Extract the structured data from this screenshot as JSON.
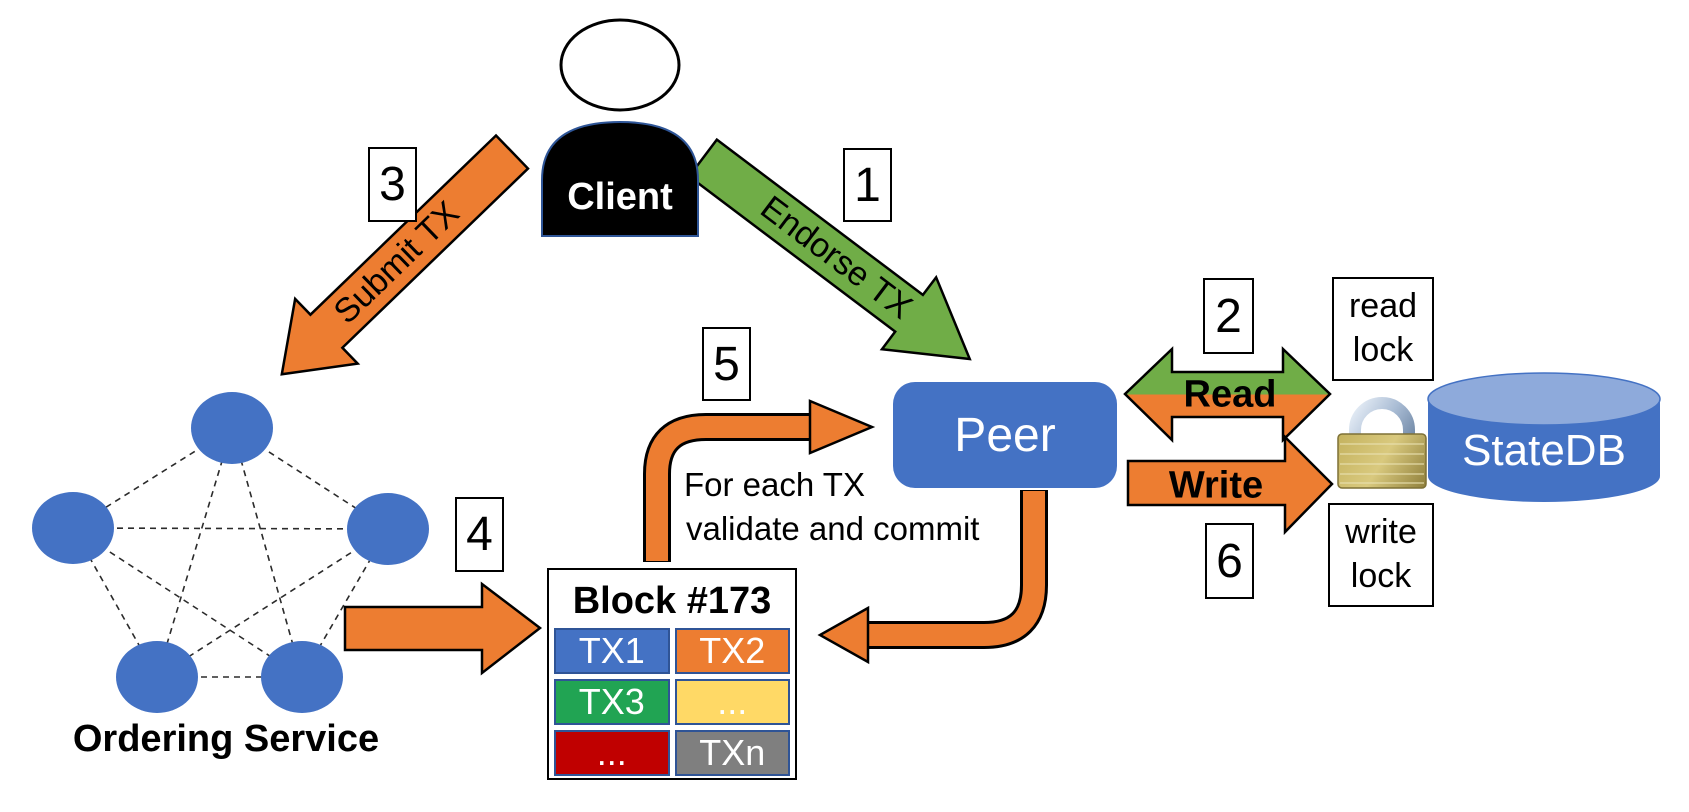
{
  "client": {
    "label": "Client"
  },
  "peer": {
    "label": "Peer"
  },
  "statedb": {
    "label": "StateDB"
  },
  "ordering": {
    "label": "Ordering Service",
    "node_count": 5
  },
  "block": {
    "title": "Block #173",
    "cells": [
      {
        "label": "TX1",
        "color": "#4472C4"
      },
      {
        "label": "TX2",
        "color": "#ED7D31"
      },
      {
        "label": "TX3",
        "color": "#21A453"
      },
      {
        "label": "...",
        "color": "#FFD966"
      },
      {
        "label": "...",
        "color": "#C00000"
      },
      {
        "label": "TXn",
        "color": "#7F7F7F"
      }
    ]
  },
  "steps": {
    "s1": {
      "number": "1",
      "arrow_label": "Endorse TX"
    },
    "s2": {
      "number": "2",
      "arrow_label": "Read"
    },
    "s3": {
      "number": "3",
      "arrow_label": "Submit TX"
    },
    "s4": {
      "number": "4"
    },
    "s5": {
      "number": "5",
      "note_line1": "For each TX",
      "note_line2": "validate and commit"
    },
    "s6": {
      "number": "6",
      "arrow_label": "Write"
    }
  },
  "locks": {
    "read": {
      "line1": "read",
      "line2": "lock"
    },
    "write": {
      "line1": "write",
      "line2": "lock"
    }
  },
  "colors": {
    "blue": "#4472C4",
    "blue_light": "#8EAADB",
    "green": "#70AD47",
    "orange": "#ED7D31",
    "dark_red": "#C00000",
    "yellow": "#FFD966",
    "gray": "#7F7F7F"
  }
}
